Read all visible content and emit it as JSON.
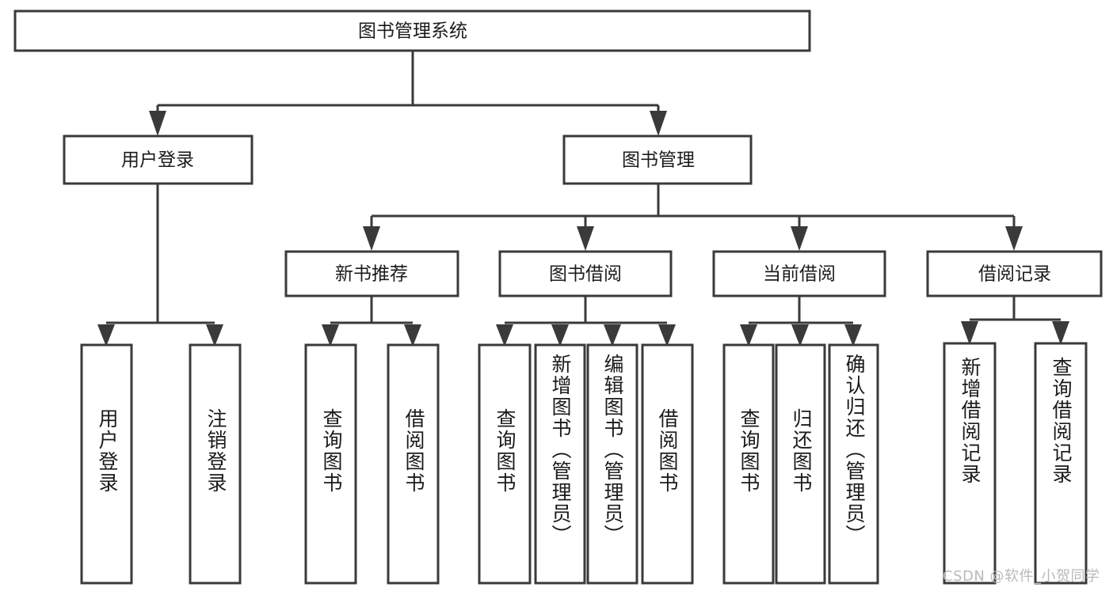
{
  "diagram": {
    "title": "图书管理系统",
    "type": "tree-hierarchy-chart",
    "root": {
      "label": "图书管理系统"
    },
    "level2": [
      {
        "label": "用户登录"
      },
      {
        "label": "图书管理"
      }
    ],
    "level3": [
      {
        "label": "新书推荐"
      },
      {
        "label": "图书借阅"
      },
      {
        "label": "当前借阅"
      },
      {
        "label": "借阅记录"
      }
    ],
    "leaves": {
      "user_login": [
        {
          "label": "用户登录"
        },
        {
          "label": "注销登录"
        }
      ],
      "new_book_recommend": [
        {
          "label": "查询图书"
        },
        {
          "label": "借阅图书"
        }
      ],
      "book_borrow": [
        {
          "label": "查询图书"
        },
        {
          "label": "新增图书（管理员）"
        },
        {
          "label": "编辑图书（管理员）"
        },
        {
          "label": "借阅图书"
        }
      ],
      "current_borrow": [
        {
          "label": "查询图书"
        },
        {
          "label": "归还图书"
        },
        {
          "label": "确认归还（管理员）"
        }
      ],
      "borrow_record": [
        {
          "label": "新增借阅记录"
        },
        {
          "label": "查询借阅记录"
        }
      ]
    }
  },
  "watermark": {
    "text": "CSDN @软件_小贺同学"
  },
  "colors": {
    "stroke": "#3a3a3a",
    "fill": "#ffffff",
    "text": "#1b1b1b",
    "watermark": "#b9b9b9",
    "background": "#ffffff"
  }
}
